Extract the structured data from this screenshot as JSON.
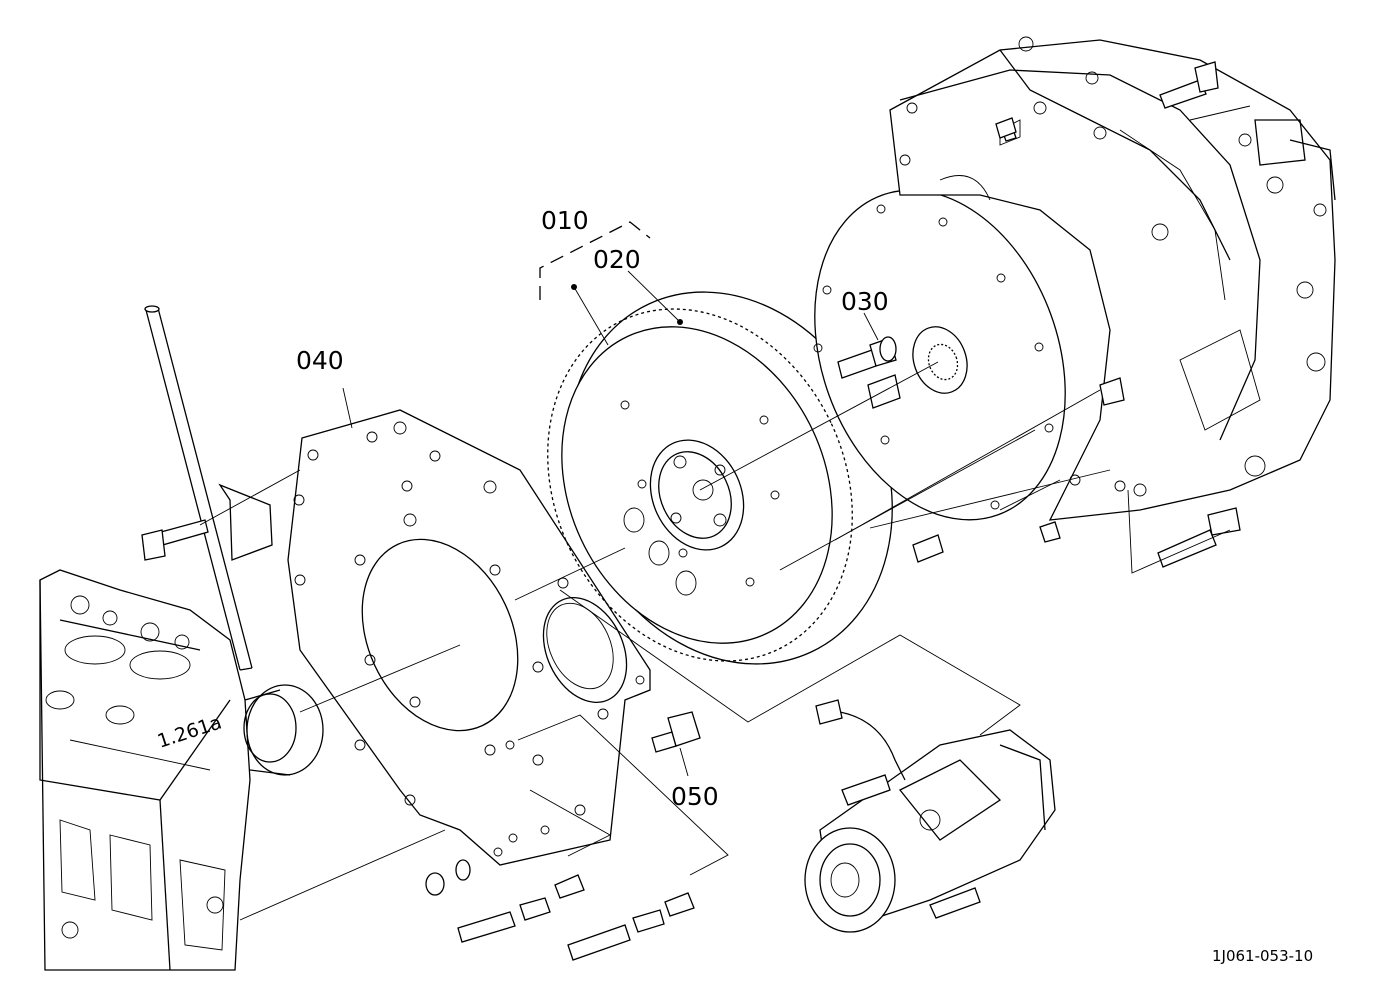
{
  "diagram": {
    "callouts": {
      "p010": "010",
      "p020": "020",
      "p030": "030",
      "p040": "040",
      "p050": "050"
    },
    "casting_mark": "1.261a",
    "reference_code": "1J061-053-10"
  }
}
